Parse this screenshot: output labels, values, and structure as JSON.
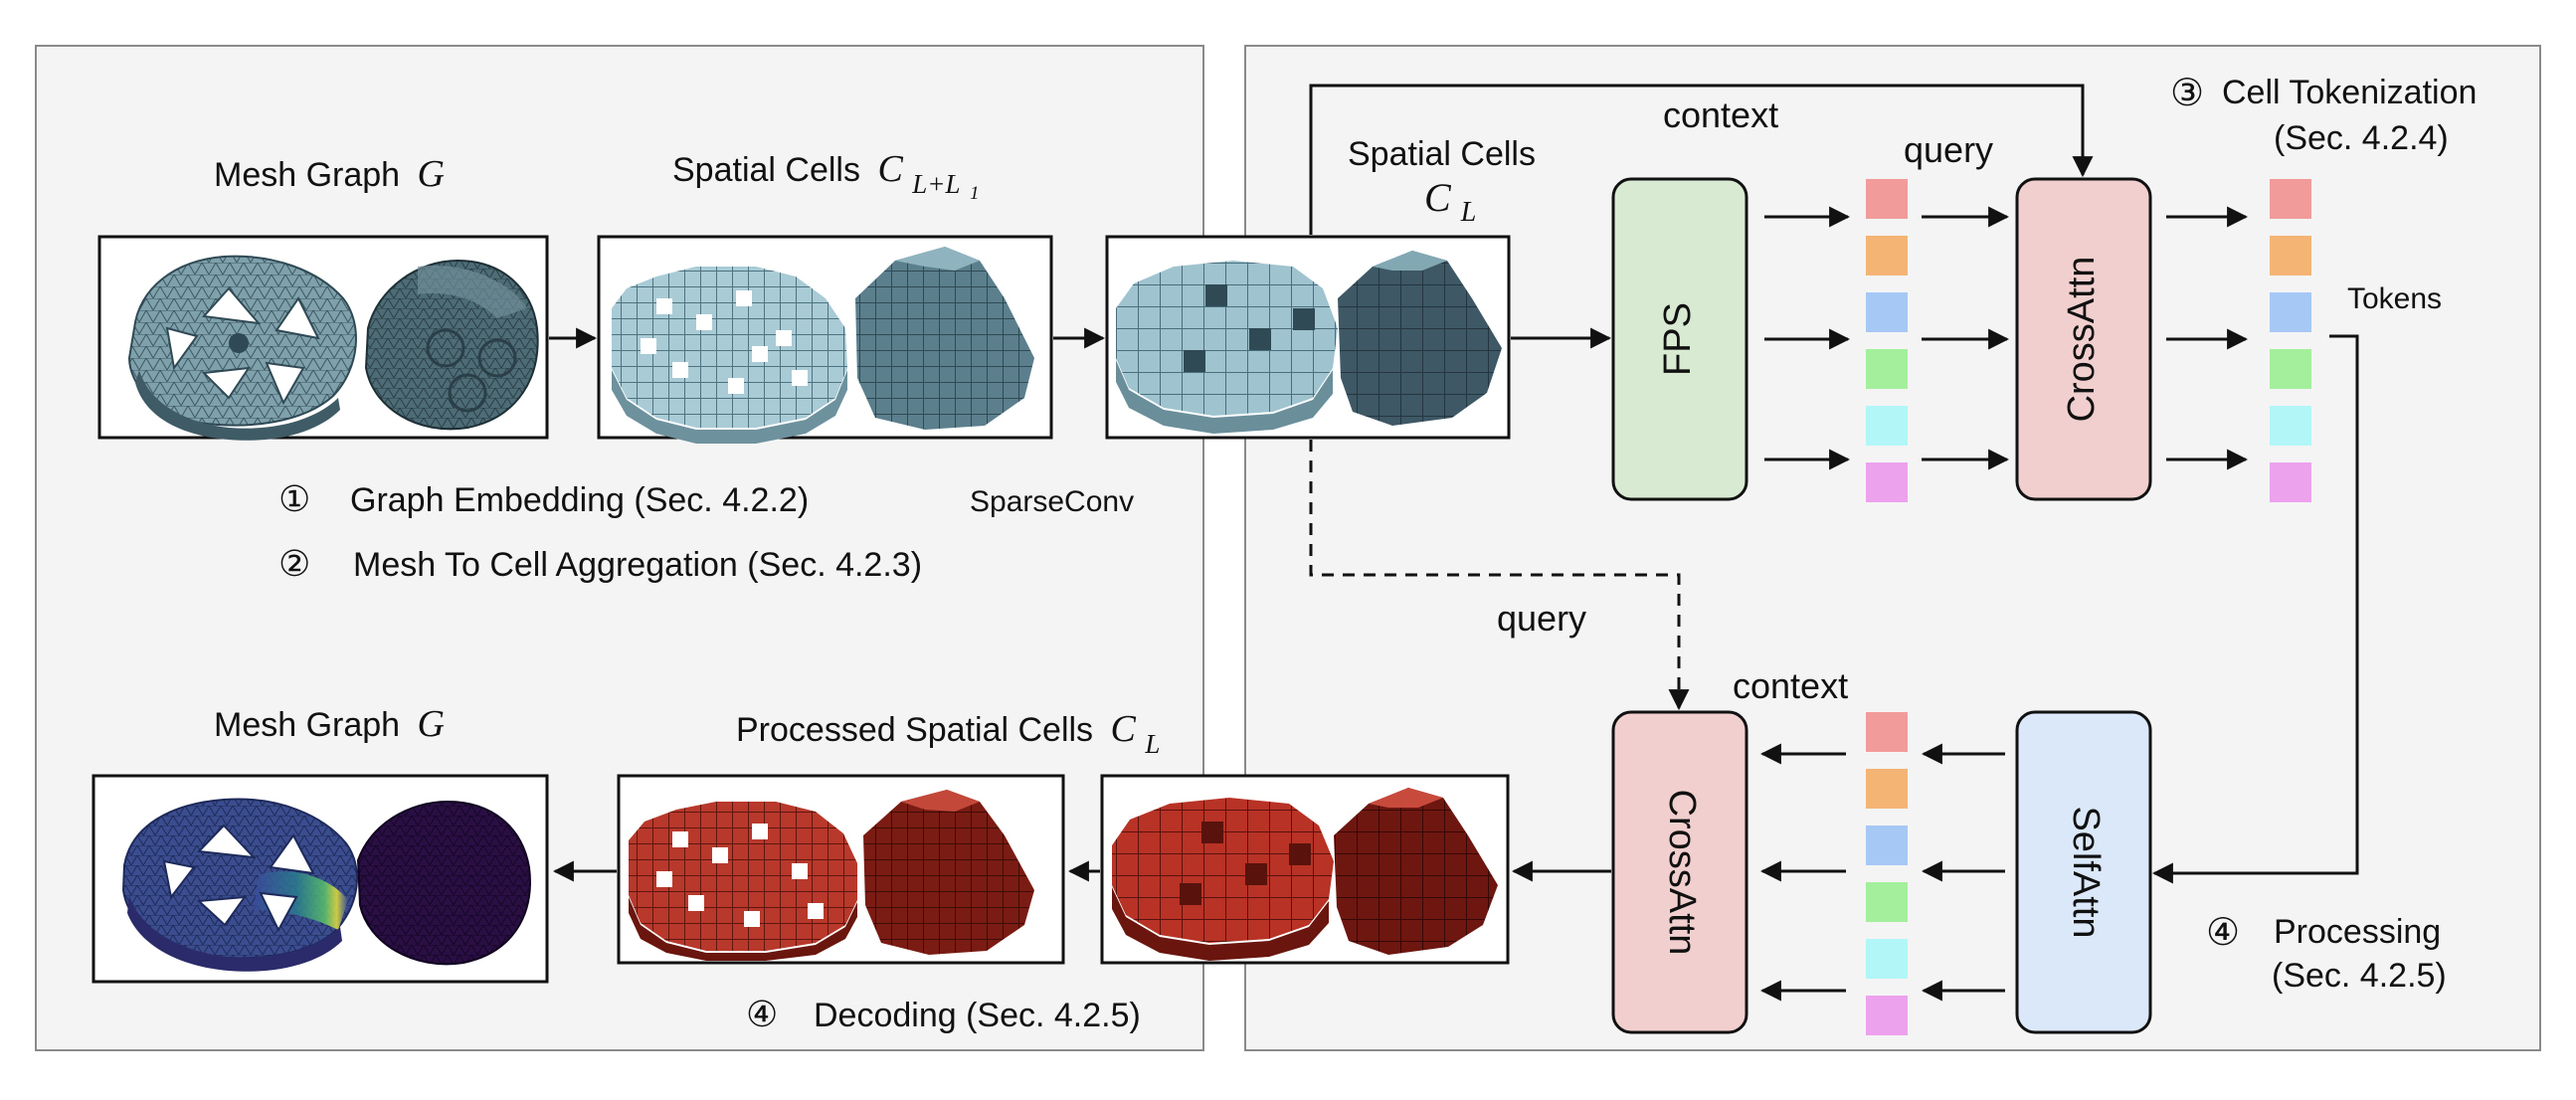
{
  "left_panel": {
    "mesh_graph_top": {
      "label": "Mesh Graph",
      "symbol": "G"
    },
    "spatial_cells_fine": {
      "label": "Spatial Cells",
      "symbol": "C",
      "subscript": "L+L",
      "subsub": "1"
    },
    "step1": {
      "num": "①",
      "text": "Graph Embedding (Sec. 4.2.2)"
    },
    "step2": {
      "num": "②",
      "text": "Mesh To Cell Aggregation (Sec. 4.2.3)"
    },
    "sparseconv": "SparseConv",
    "mesh_graph_bottom": {
      "label": "Mesh Graph",
      "symbol": "G"
    },
    "processed_cells": {
      "label": "Processed Spatial Cells",
      "symbol": "C",
      "subscript": "L"
    },
    "decoding": {
      "num": "④",
      "text": "Decoding (Sec. 4.2.5)"
    }
  },
  "right_panel": {
    "spatial_cells": {
      "label": "Spatial Cells",
      "symbol": "C",
      "subscript": "L"
    },
    "context_top": "context",
    "query_top": "query",
    "fps": "FPS",
    "crossattn_top": "CrossAttn",
    "cell_tokenization": {
      "num": "③",
      "line1": "Cell Tokenization",
      "line2": "(Sec. 4.2.4)"
    },
    "tokens": "Tokens",
    "query_mid": "query",
    "context_mid": "context",
    "crossattn_bottom": "CrossAttn",
    "selfattn": "SelfAttn",
    "processing": {
      "num": "④",
      "line1": "Processing",
      "line2": "(Sec. 4.2.5)"
    }
  },
  "colors": {
    "token_colors": [
      "#f19b9b",
      "#f3b474",
      "#a6c8f5",
      "#a3ef9c",
      "#b2f6f7",
      "#eda2ee"
    ],
    "fps_fill": "#d9ead3",
    "crossattn_fill": "#f2cfcf",
    "selfattn_fill": "#dae8fa",
    "panel_fill": "#f4f4f4",
    "voxel_blue": "#9fc4d0",
    "voxel_red": "#b83326"
  }
}
